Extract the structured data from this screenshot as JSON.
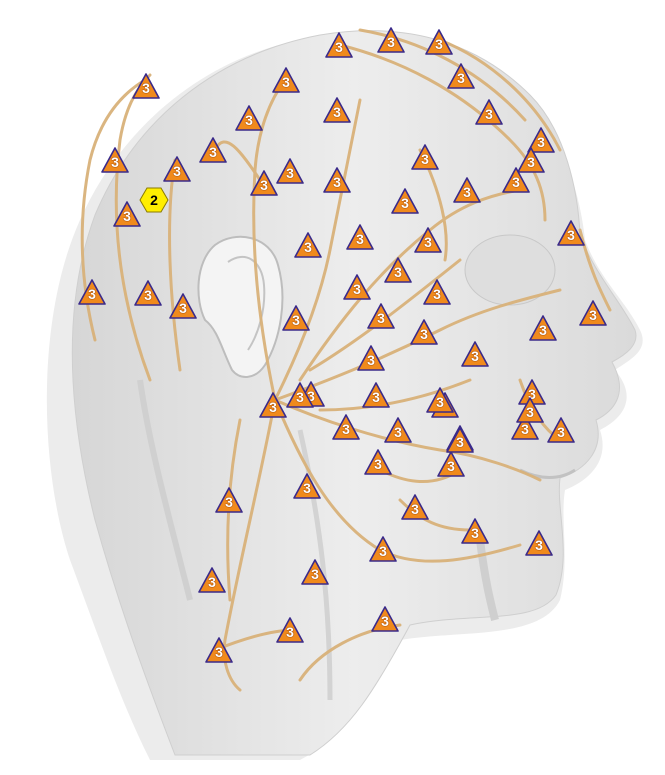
{
  "colors": {
    "triangle_fill": "#f08a1c",
    "triangle_stroke": "#3a2a8a",
    "hexagon_fill": "#ffee00",
    "nerve": "#d9b27a",
    "skin": "#e2e2e2"
  },
  "hexagon_marker": {
    "label": "2",
    "icon": "hexagon-icon"
  },
  "triangle_markers": [
    {
      "label": "3"
    },
    {
      "label": "3"
    },
    {
      "label": "3"
    },
    {
      "label": "3"
    },
    {
      "label": "3"
    },
    {
      "label": "3"
    },
    {
      "label": "3"
    },
    {
      "label": "3"
    },
    {
      "label": "3"
    },
    {
      "label": "3"
    },
    {
      "label": "3"
    },
    {
      "label": "3"
    },
    {
      "label": "3"
    },
    {
      "label": "3"
    },
    {
      "label": "3"
    },
    {
      "label": "3"
    },
    {
      "label": "3"
    },
    {
      "label": "3"
    },
    {
      "label": "3"
    },
    {
      "label": "3"
    },
    {
      "label": "3"
    },
    {
      "label": "3"
    },
    {
      "label": "3"
    },
    {
      "label": "3"
    },
    {
      "label": "3"
    },
    {
      "label": "3"
    },
    {
      "label": "3"
    },
    {
      "label": "3"
    },
    {
      "label": "3"
    },
    {
      "label": "3"
    },
    {
      "label": "3"
    },
    {
      "label": "3"
    },
    {
      "label": "3"
    },
    {
      "label": "3"
    },
    {
      "label": "3"
    },
    {
      "label": "3"
    },
    {
      "label": "3"
    },
    {
      "label": "3"
    },
    {
      "label": "3"
    },
    {
      "label": "3"
    },
    {
      "label": "3"
    },
    {
      "label": "3"
    },
    {
      "label": "3"
    },
    {
      "label": "3"
    },
    {
      "label": "3"
    },
    {
      "label": "3"
    },
    {
      "label": "3"
    },
    {
      "label": "3"
    },
    {
      "label": "3"
    },
    {
      "label": "3"
    },
    {
      "label": "3"
    },
    {
      "label": "3"
    },
    {
      "label": "3"
    },
    {
      "label": "3"
    },
    {
      "label": "3"
    },
    {
      "label": "3"
    },
    {
      "label": "3"
    },
    {
      "label": "3"
    },
    {
      "label": "3"
    },
    {
      "label": "3"
    },
    {
      "label": "3"
    },
    {
      "label": "3"
    },
    {
      "label": "3"
    },
    {
      "label": "3"
    },
    {
      "label": "3"
    },
    {
      "label": "3"
    }
  ]
}
